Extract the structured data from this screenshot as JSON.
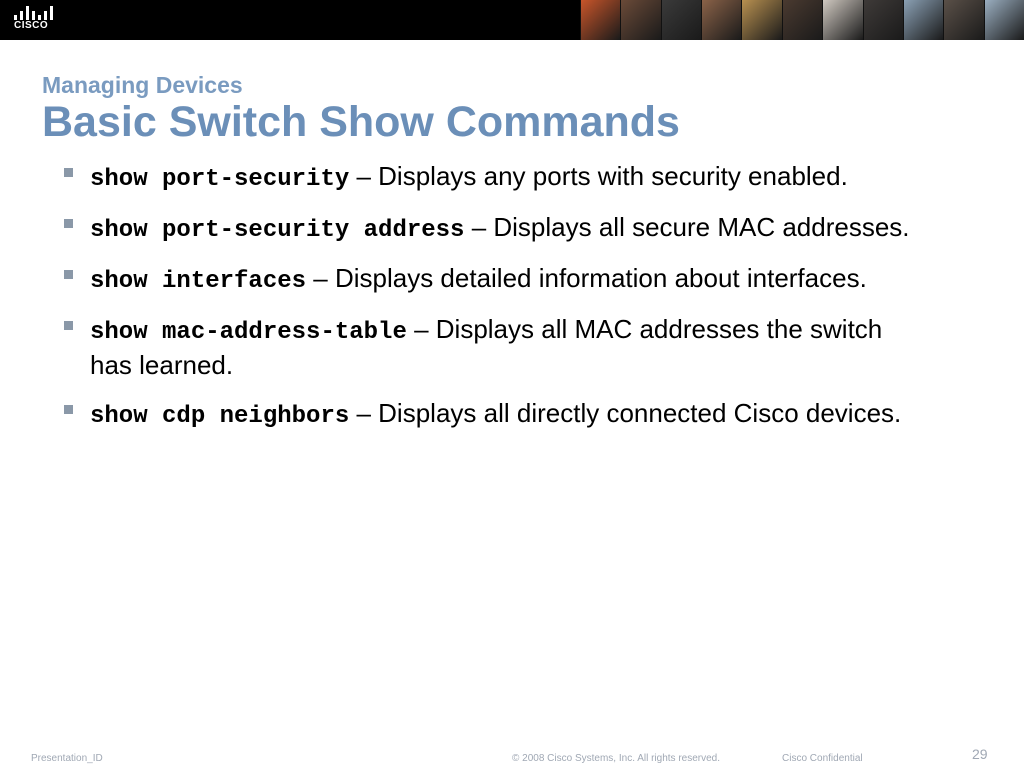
{
  "header": {
    "logo_text": "CISCO",
    "photo_colors": [
      "#c8552a",
      "#6a4a38",
      "#3a3a3a",
      "#8a6248",
      "#b89050",
      "#4a3a30",
      "#cfc8c0",
      "#3e3a38",
      "#8aa0b4",
      "#5a5048",
      "#9aaec0"
    ]
  },
  "slide": {
    "subtitle": "Managing Devices",
    "title": "Basic Switch Show Commands",
    "bullets": [
      {
        "command": "show port-security",
        "description": " – Displays any ports with security enabled."
      },
      {
        "command": "show port-security address",
        "description": " – Displays all secure MAC addresses."
      },
      {
        "command": "show interfaces",
        "description": " – Displays detailed information about interfaces."
      },
      {
        "command": "show mac-address-table",
        "description": " – Displays all MAC addresses the switch has learned."
      },
      {
        "command": "show cdp neighbors",
        "description": " – Displays all directly connected Cisco devices."
      }
    ]
  },
  "footer": {
    "presentation_id": "Presentation_ID",
    "copyright": "© 2008 Cisco Systems, Inc. All rights reserved.",
    "confidential": "Cisco Confidential",
    "page_number": "29"
  },
  "colors": {
    "title": "#6b8fb8",
    "subtitle": "#7a9bc0",
    "bullet_marker": "#8a98a8",
    "footer": "#a0a8b4"
  }
}
